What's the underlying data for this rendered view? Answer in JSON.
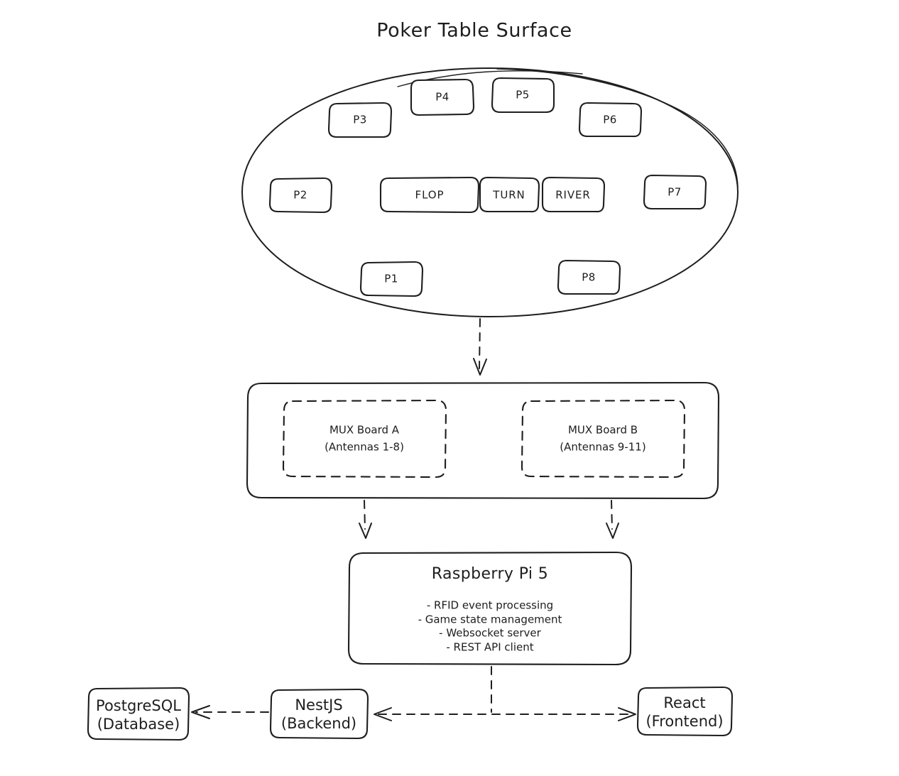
{
  "diagram": {
    "title": "Poker Table Surface",
    "stroke_color": "#1e1e1e",
    "background_color": "#ffffff",
    "style": "hand-drawn sketch"
  },
  "table": {
    "label": "Poker Table Surface",
    "seats": [
      {
        "id": "p1",
        "label": "P1"
      },
      {
        "id": "p2",
        "label": "P2"
      },
      {
        "id": "p3",
        "label": "P3"
      },
      {
        "id": "p4",
        "label": "P4"
      },
      {
        "id": "p5",
        "label": "P5"
      },
      {
        "id": "p6",
        "label": "P6"
      },
      {
        "id": "p7",
        "label": "P7"
      },
      {
        "id": "p8",
        "label": "P8"
      }
    ],
    "community_cards": [
      {
        "id": "flop",
        "label": "FLOP"
      },
      {
        "id": "turn",
        "label": "TURN"
      },
      {
        "id": "river",
        "label": "RIVER"
      }
    ]
  },
  "mux": {
    "boards": [
      {
        "id": "mux-a",
        "title": "MUX Board A",
        "subtitle": "(Antennas 1-8)"
      },
      {
        "id": "mux-b",
        "title": "MUX Board B",
        "subtitle": "(Antennas 9-11)"
      }
    ]
  },
  "controller": {
    "title": "Raspberry Pi 5",
    "responsibilities": [
      "- RFID event processing",
      "- Game state management",
      "- Websocket server",
      "- REST API client"
    ]
  },
  "services": [
    {
      "id": "postgres",
      "line1": "PostgreSQL",
      "line2": "(Database)"
    },
    {
      "id": "nestjs",
      "line1": "NestJS",
      "line2": "(Backend)"
    },
    {
      "id": "react",
      "line1": "React",
      "line2": "(Frontend)"
    }
  ]
}
